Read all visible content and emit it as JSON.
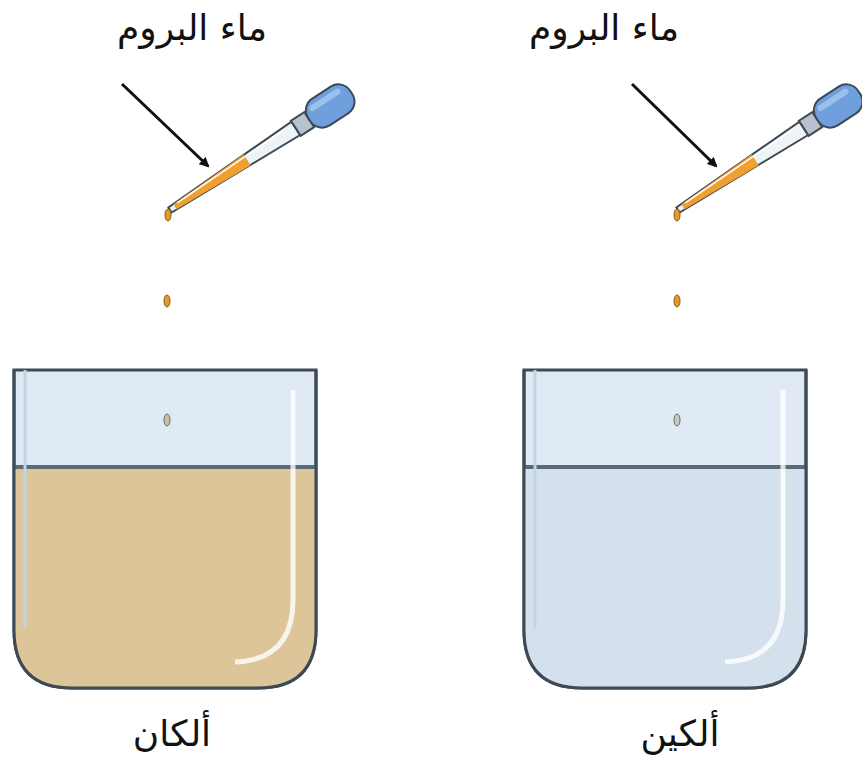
{
  "diagram": {
    "labels": [
      "ماء البروم",
      "ماء البروم",
      "ألكان",
      "ألكين"
    ]
  }
}
